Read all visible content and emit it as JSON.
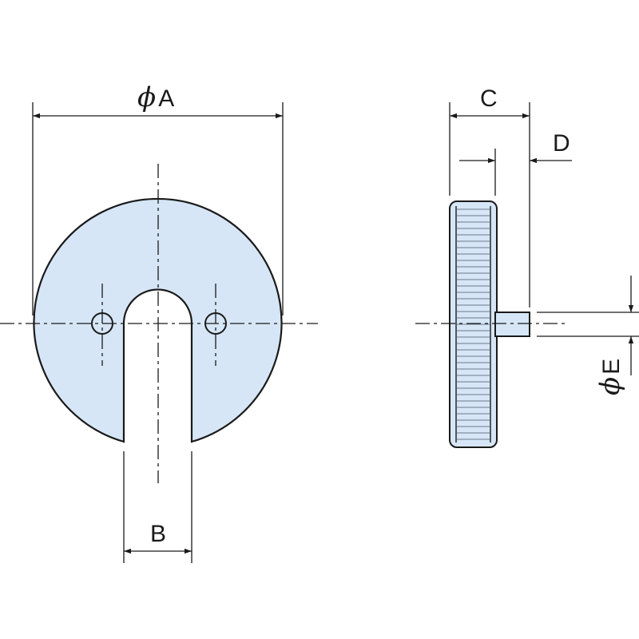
{
  "labels": {
    "dia_a": {
      "symbol": "ϕ",
      "letter": "A"
    },
    "b": "B",
    "c": "C",
    "d": "D",
    "dia_e": {
      "symbol": "ϕ",
      "letter": "E"
    }
  },
  "colors": {
    "part_fill": "#d6e6f6",
    "outline": "#1a1a1a"
  }
}
